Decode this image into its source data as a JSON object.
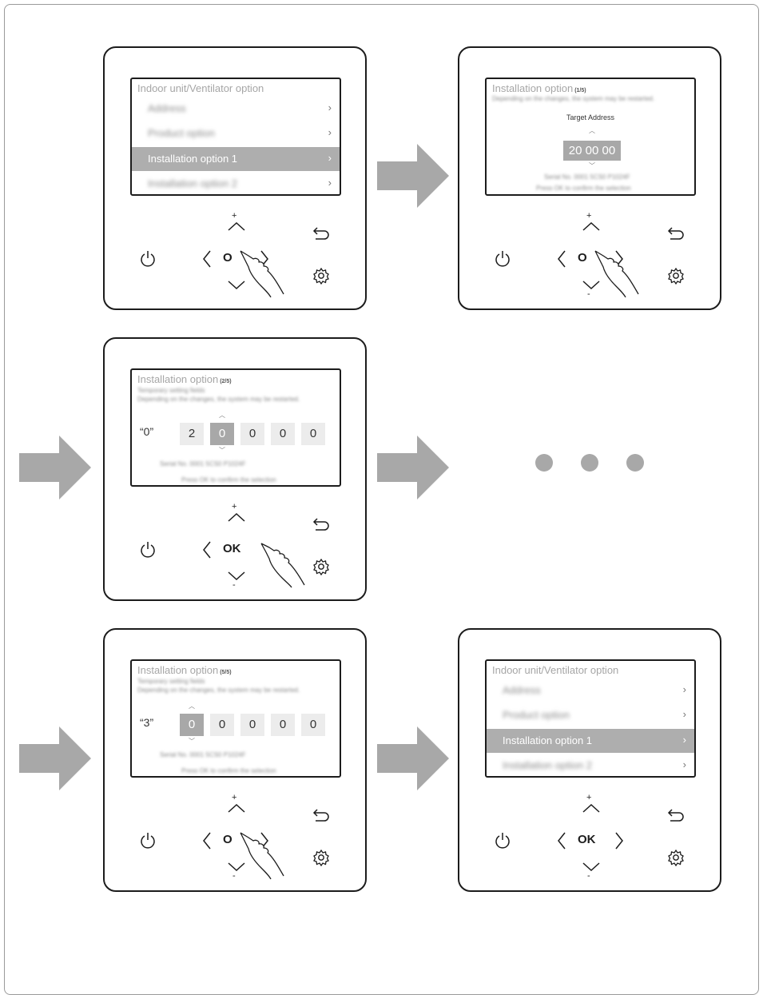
{
  "menu_title": "Indoor unit/Ventilator option",
  "menu_items": [
    "Address",
    "Product option",
    "Installation option 1",
    "Installation option 2"
  ],
  "chevron": "›",
  "install_title": "Installation option",
  "step_1_5": "(1/5)",
  "step_2_5": "(2/5)",
  "step_5_5": "(5/5)",
  "blurred_note": "Depending on the changes, the system may be restarted.",
  "blurred_note2": "Temporary setting fields",
  "target_address_label": "Target Address",
  "target_address_value": "20 00 00",
  "blurred_serial": "Serial No. 0001 5CS0 P1024F",
  "blurred_hint": "Press OK to confirm the selection",
  "quote_0": "“0”",
  "digits_2": [
    "2",
    "0",
    "0",
    "0",
    "0"
  ],
  "quote_3": "“3”",
  "digits_5": [
    "0",
    "0",
    "0",
    "0",
    "0"
  ],
  "ok_label": "OK",
  "ok_partial": "O",
  "plus_sign": "+",
  "minus_sign": "-",
  "left_caret": "〈",
  "right_caret": "〉",
  "up_caret": "︿",
  "down_caret": "﹀",
  "arrow_color": "#a8a8a8",
  "icons": [
    "power-icon",
    "back-icon",
    "settings-gear-icon",
    "hand-pointer-icon"
  ]
}
